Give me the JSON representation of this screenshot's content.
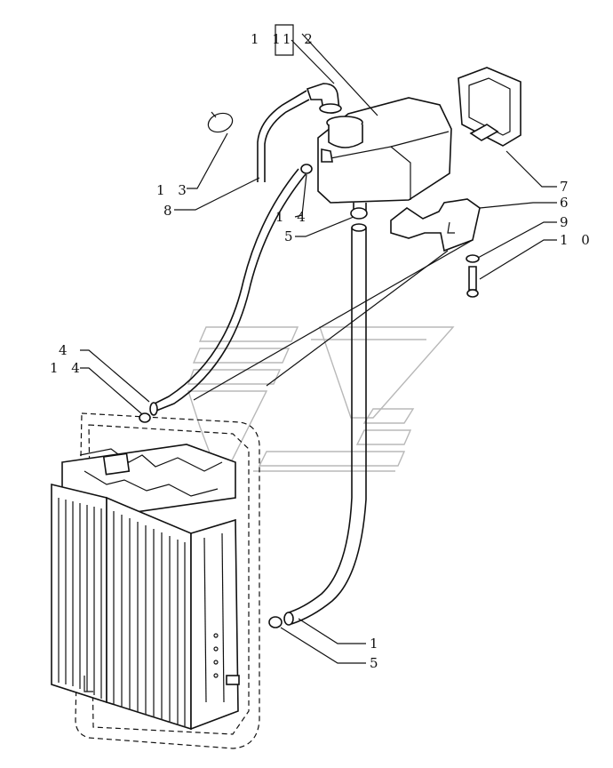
{
  "callouts": {
    "c11": "1 1",
    "c12": "1 2",
    "c13": "1 3",
    "c8": "8",
    "c14a": "1 4",
    "c5a": "5",
    "c7": "7",
    "c6": "6",
    "c9": "9",
    "c10": "1 0",
    "c4": "4",
    "c14b": "1 4",
    "c1": "1",
    "c5b": "5"
  },
  "icons": {
    "watermark": "brand-logo-watermark"
  }
}
